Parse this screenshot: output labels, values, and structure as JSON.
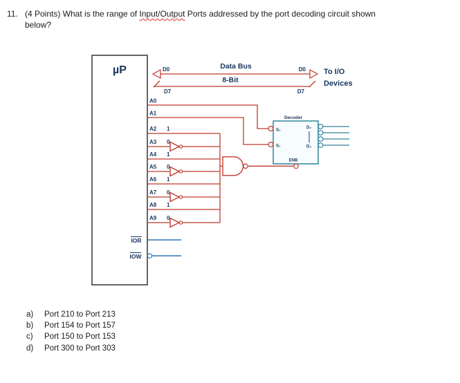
{
  "question": {
    "number": "11.",
    "prefix": "(4 Points) What is the range of ",
    "highlight": "Input/Output",
    "suffix": " Ports addressed by the port decoding circuit shown",
    "line2": "below?"
  },
  "choices": [
    {
      "letter": "a)",
      "text": "Port 210 to Port 213"
    },
    {
      "letter": "b)",
      "text": "Port 154 to Port 157"
    },
    {
      "letter": "c)",
      "text": "Port 150 to Port 153"
    },
    {
      "letter": "d)",
      "text": "Port 300 to Port 303"
    }
  ],
  "diagram": {
    "mp_label": "µP",
    "bus": {
      "title": "Data Bus",
      "subtitle": "8-Bit",
      "d0_left": "D0",
      "d7_left": "D7",
      "d0_right": "D0",
      "d7_right": "D7",
      "dest_line1": "To I/O",
      "dest_line2": "Devices"
    },
    "address_lines": [
      {
        "name": "A0",
        "bit": ""
      },
      {
        "name": "A1",
        "bit": ""
      },
      {
        "name": "A2",
        "bit": "1"
      },
      {
        "name": "A3",
        "bit": "0"
      },
      {
        "name": "A4",
        "bit": "1"
      },
      {
        "name": "A5",
        "bit": "0"
      },
      {
        "name": "A6",
        "bit": "1"
      },
      {
        "name": "A7",
        "bit": "0"
      },
      {
        "name": "A8",
        "bit": "1"
      },
      {
        "name": "A9",
        "bit": "0"
      }
    ],
    "decoder": {
      "title": "Decoder",
      "s_top": "S₀",
      "s_bottom": "S₁",
      "d_top": "D₀",
      "d_bottom": "D₃",
      "enb": "ENB"
    },
    "signals": {
      "ior": "IOR",
      "iow": "IOW"
    },
    "colors": {
      "wire_red": "#c0392b",
      "label_navy": "#17365d",
      "signal_blue": "#2e74b5",
      "decoder_teal": "#31849b",
      "spellcheck_red": "#e03131",
      "box_gray": "#3f3f3f"
    }
  }
}
